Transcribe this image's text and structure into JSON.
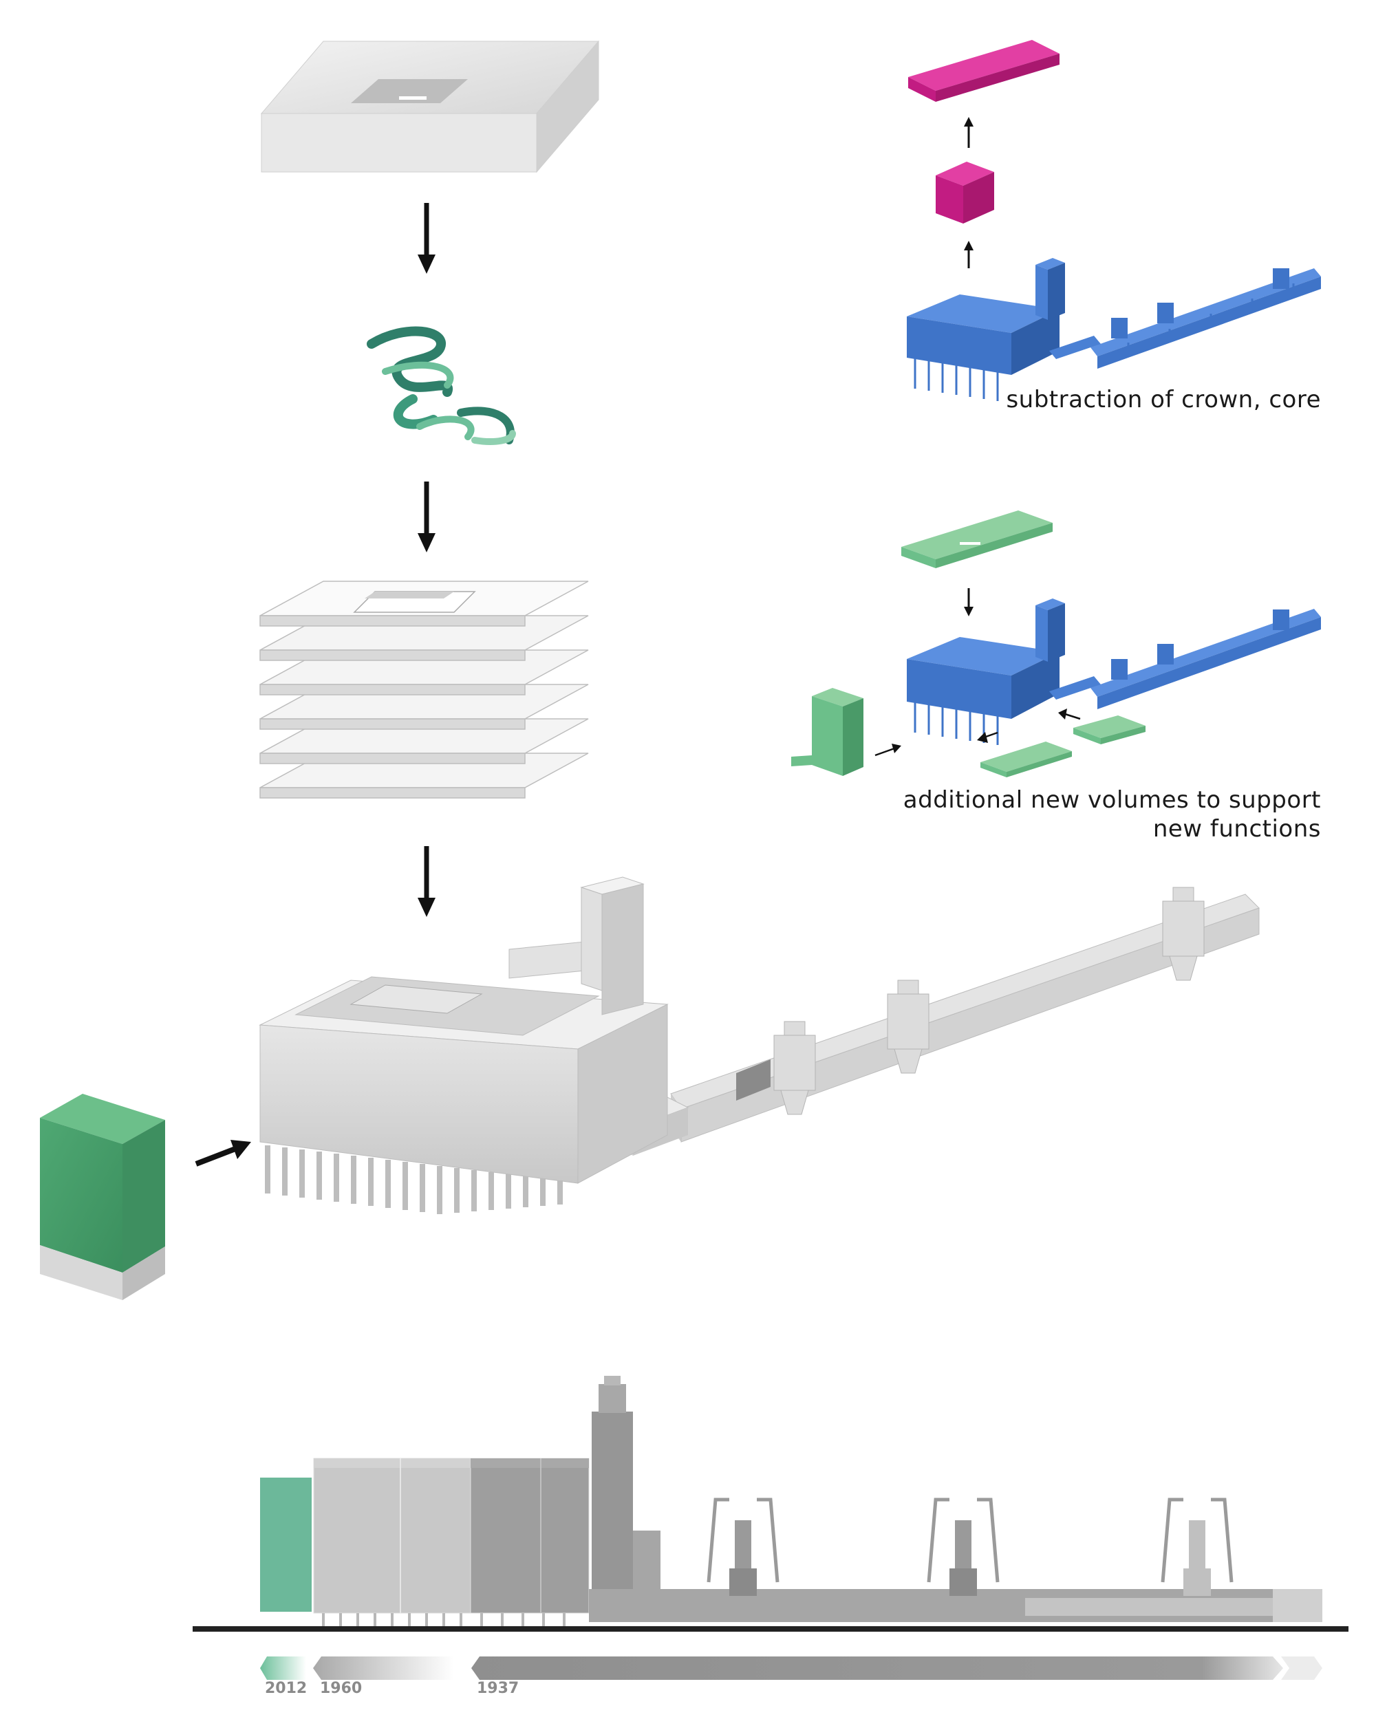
{
  "captions": {
    "subtraction": "subtraction of crown, core",
    "additional_line1": "additional new volumes to support",
    "additional_line2": "new functions"
  },
  "timeline": {
    "years": [
      "2012",
      "1960",
      "1937"
    ]
  },
  "colors": {
    "magenta": "#d6218f",
    "blue": "#3f74c8",
    "green": "#5fb07a",
    "teal": "#2f7f6a",
    "grey_light": "#d9d9d9",
    "grey_mid": "#b3b3b3",
    "grey_dark": "#8f8f8f"
  }
}
